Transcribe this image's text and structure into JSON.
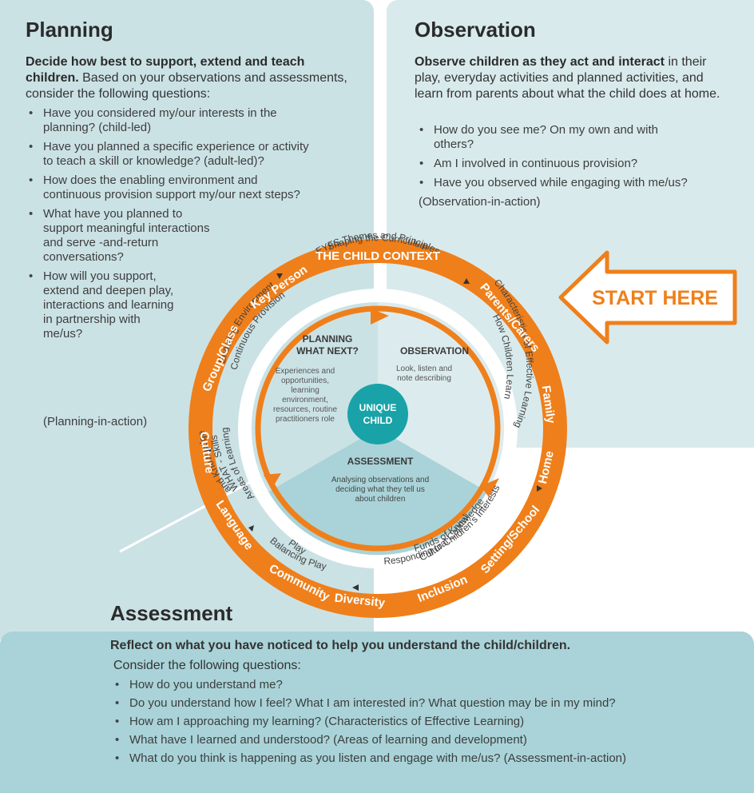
{
  "planning": {
    "title": "Planning",
    "lead_bold": "Decide how best to support, extend and teach children.",
    "lead_rest": " Based on your observations and assessments, consider the following questions:",
    "questions": [
      "Have you considered my/our interests in the planning? (child-led)",
      "Have you planned a specific experience or activity to teach a skill or knowledge? (adult-led)?",
      "How does the enabling environment and continuous provision support my/our next steps?",
      "What have you  planned to support meaningful interactions and serve -and-return conversations?",
      "How will you support, extend and deepen play, interactions and learning in partnership with me/us?"
    ],
    "note": "(Planning-in-action)"
  },
  "observation": {
    "title": "Observation",
    "lead_bold": "Observe children as they act and interact",
    "lead_rest": " in their play, everyday activities and planned activities, and learn from parents about what the child does at home.",
    "questions": [
      "How do you see me? On my own and with others?",
      "Am I involved in continuous provision?",
      "Have you observed while engaging  with me/us?"
    ],
    "note": "(Observation-in-action)"
  },
  "assessment": {
    "title": "Assessment",
    "lead_bold": "Reflect on what you have noticed to help you understand the child/children.",
    "lead_rest": "Consider the following questions:",
    "questions": [
      "How do you understand me?",
      "Do you understand how I feel?  What I am interested in? What question may be in my mind?",
      "How am I approaching my learning? (Characteristics of Effective Learning)",
      "What have I learned and understood?  (Areas of learning and development)",
      "What do you think is happening as you listen and engage with me/us? (Assessment-in-action)"
    ]
  },
  "start_here": "START HERE",
  "wheel": {
    "outer_ring": [
      "THE CHILD CONTEXT",
      "Parents/Carers",
      "Family",
      "Home",
      "Setting/School",
      "Inclusion",
      "Diversity",
      "Community",
      "Language",
      "Culture",
      "Group/Class",
      "Key Person"
    ],
    "middle_ring": {
      "top": [
        "Shaping the Curriculum",
        "EYFS Themes and Principles"
      ],
      "right": [
        "Characteristics of Effective Learning",
        "How Children Learn"
      ],
      "bottom_right": [
        "Responding to Children's Interests",
        "Funds of Knowledge",
        "Cultural Capital"
      ],
      "bottom_left": [
        "Play",
        "Balancing Play"
      ],
      "left_lower": [
        "Areas of Learning",
        "WHAT - Skills",
        "and Knowledge"
      ],
      "left_upper": [
        "Enabling Environment",
        "Continuous Provision"
      ]
    },
    "center": {
      "planning_title": [
        "PLANNING",
        "WHAT NEXT?"
      ],
      "planning_text": [
        "Experiences and",
        "opportunities,",
        "learning",
        "environment,",
        "resources, routine",
        "practitioners role"
      ],
      "observation_title": "OBSERVATION",
      "observation_text": [
        "Look, listen and",
        "note describing"
      ],
      "assessment_title": "ASSESSMENT",
      "assessment_text": [
        "Analysing observations and",
        "deciding what they tell us",
        "about children"
      ],
      "hub": [
        "UNIQUE",
        "CHILD"
      ]
    }
  },
  "colors": {
    "orange": "#ef7f1a",
    "teal_hub": "#19a3a8",
    "planning_bg": "#cbe2e5",
    "observation_bg": "#d9eaec",
    "assessment_bg": "#a9d3d8"
  }
}
